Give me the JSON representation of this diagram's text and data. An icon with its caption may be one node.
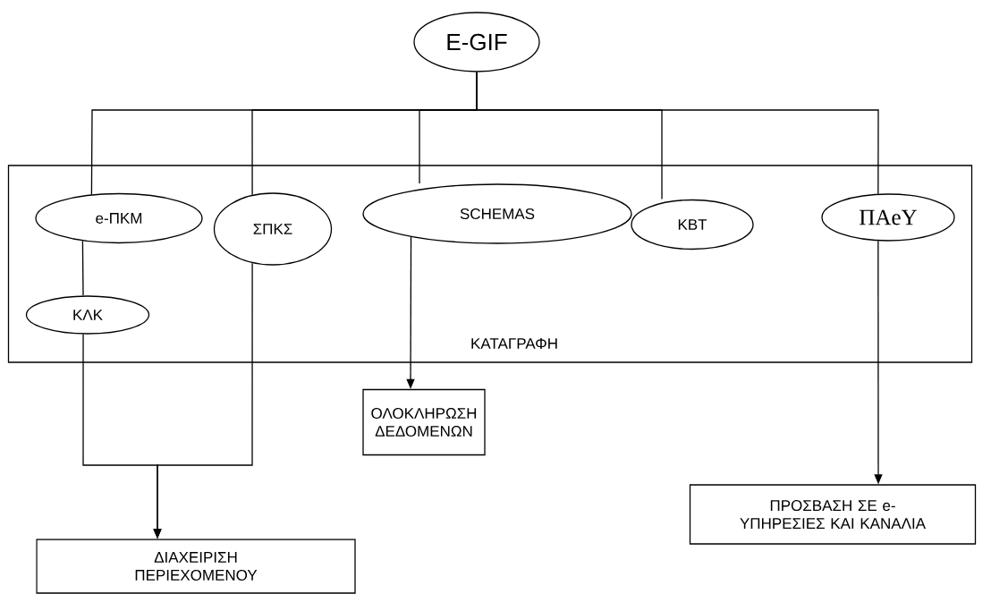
{
  "diagram": {
    "nodes": [
      {
        "text": [
          "E-GIF"
        ]
      },
      {
        "text": [
          "ΚΑΤΑΓΡΑΦΗ"
        ]
      },
      {
        "text": [
          "e-ΠΚΜ"
        ],
        "in": 1
      },
      {
        "text": [
          "ΣΠΚΣ"
        ],
        "in": 1
      },
      {
        "text": [
          "SCHEMAS"
        ],
        "in": 1
      },
      {
        "text": [
          "ΚΒΤ"
        ],
        "in": 1
      },
      {
        "text": [
          "ΠΑeΥ"
        ],
        "in": 1
      },
      {
        "text": [
          "ΚΛΚ"
        ],
        "in": 1
      },
      {
        "text": [
          "ΟΛΟΚΛΗΡΩΣΗ ΔΕΔΟΜΕΝΩΝ"
        ]
      },
      {
        "text": [
          "ΔΙΑΧΕΙΡΙΣΗ ΠΕΡΙΕΧΟΜΕΝΟΥ"
        ]
      },
      {
        "text": [
          "ΠΡΟΣΒΑΣΗ ΣΕ e- ΥΠΗΡΕΣΙΕΣ ΚΑΙ ΚΑΝΑΛΙΑ"
        ]
      }
    ],
    "edges": [
      {
        "from": 0,
        "to": 2,
        "arrow": "none"
      },
      {
        "from": 0,
        "to": 3,
        "arrow": "none"
      },
      {
        "from": 0,
        "to": 4,
        "arrow": "none"
      },
      {
        "from": 0,
        "to": 5,
        "arrow": "none"
      },
      {
        "from": 0,
        "to": 6,
        "arrow": "none"
      },
      {
        "from": 2,
        "to": 7,
        "arrow": "none"
      },
      {
        "from": 7,
        "to": 9,
        "arrow": "to"
      },
      {
        "from": 3,
        "to": 9,
        "arrow": "to"
      },
      {
        "from": 4,
        "to": 8,
        "arrow": "to"
      },
      {
        "from": 6,
        "to": 10,
        "arrow": "to"
      }
    ]
  }
}
